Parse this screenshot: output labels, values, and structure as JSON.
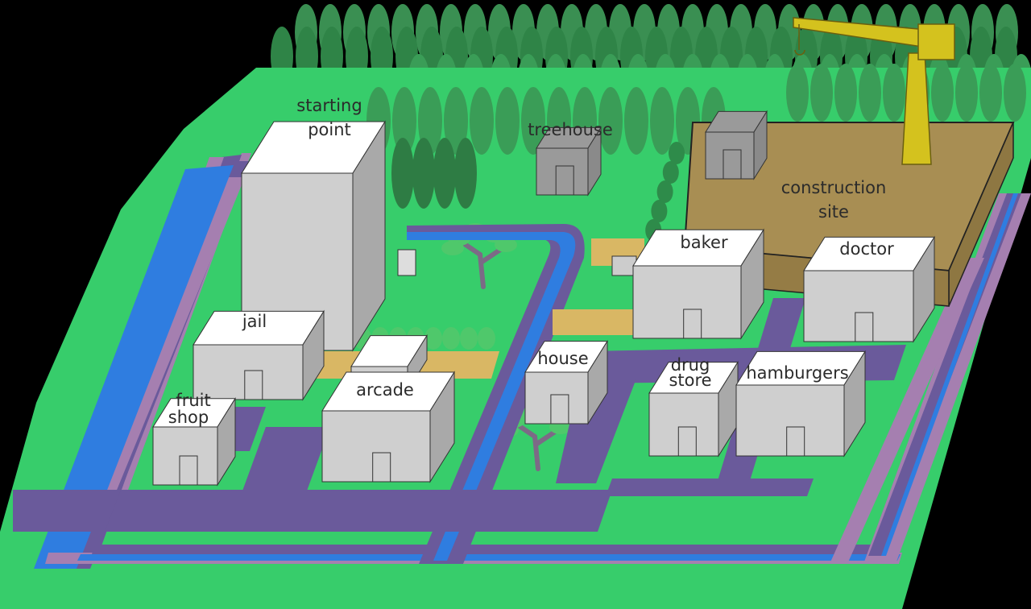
{
  "colors": {
    "background": "#000000",
    "grass": "#37cd6b",
    "road": "#6a5a9b",
    "sidewalk": "#a57fb0",
    "river": "#2f7de0",
    "tree_dark": "#2e8b4a",
    "tree_mid": "#3a9d57",
    "building_front": "#cfcfcf",
    "building_side": "#a9a9a9",
    "building_top": "#ffffff",
    "construction_dirt": "#a88e53",
    "crane": "#d4c21e",
    "hedge": "#d9b764"
  },
  "locations": {
    "starting_point": {
      "label_line1": "starting",
      "label_line2": "point"
    },
    "treehouse": {
      "label": "treehouse"
    },
    "construction_site": {
      "label_line1": "construction",
      "label_line2": "site"
    },
    "baker": {
      "label": "baker"
    },
    "doctor": {
      "label": "doctor"
    },
    "jail": {
      "label": "jail"
    },
    "arcade": {
      "label": "arcade"
    },
    "house": {
      "label": "house"
    },
    "drug_store": {
      "label_line1": "drug",
      "label_line2": "store"
    },
    "hamburgers": {
      "label": "hamburgers"
    },
    "fruit_shop": {
      "label_line1": "fruit",
      "label_line2": "shop"
    }
  },
  "icons": [
    "tree-icon",
    "crane-icon",
    "door-icon"
  ]
}
